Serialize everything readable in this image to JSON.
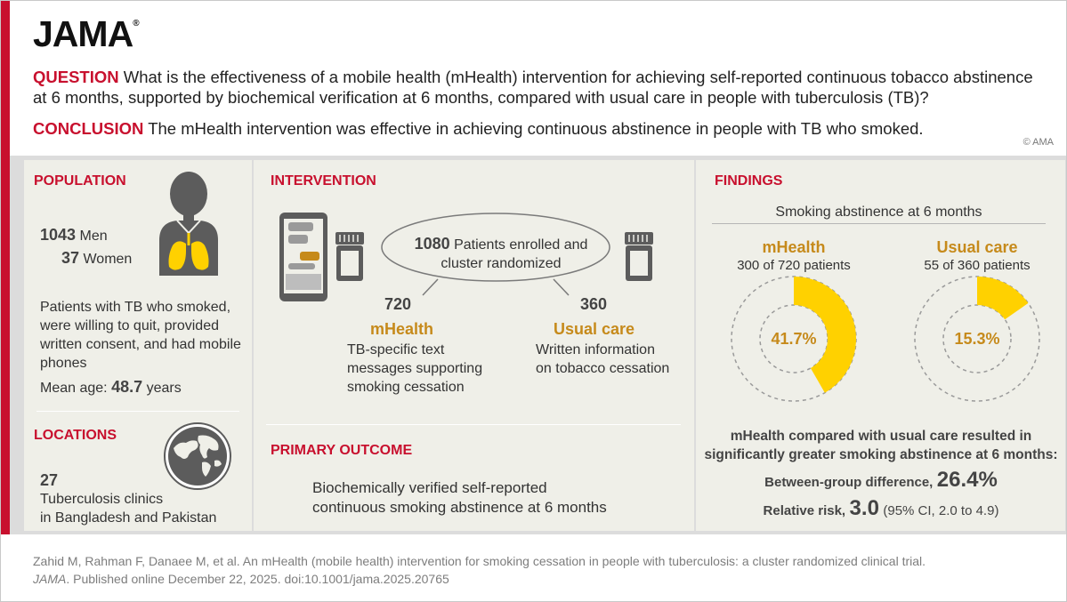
{
  "brand": {
    "logo": "JAMA",
    "reg": "®",
    "copyright": "© AMA"
  },
  "question": {
    "label": "QUESTION",
    "text": "What is the effectiveness of a mobile health (mHealth) intervention for achieving self-reported continuous tobacco abstinence at 6 months, supported by biochemical verification at 6 months, compared with usual care in people with tuberculosis (TB)?"
  },
  "conclusion": {
    "label": "CONCLUSION",
    "text": "The mHealth intervention was effective in achieving continuous abstinence in people with TB who smoked."
  },
  "population": {
    "heading": "POPULATION",
    "men_count": "1043",
    "men_label": "Men",
    "women_count": "37",
    "women_label": "Women",
    "description": "Patients with TB who smoked, were willing to quit, provided written consent, and had mobile phones",
    "mean_age_label": "Mean age:",
    "mean_age_value": "48.7",
    "mean_age_unit": "years"
  },
  "locations": {
    "heading": "LOCATIONS",
    "count": "27",
    "line1": "Tuberculosis clinics",
    "line2": "in Bangladesh and Pakistan"
  },
  "intervention": {
    "heading": "INTERVENTION",
    "enrolled_count": "1080",
    "enrolled_line1": "Patients enrolled and",
    "enrolled_line2": "cluster randomized",
    "left_count": "720",
    "left_name": "mHealth",
    "left_desc_1": "TB-specific text",
    "left_desc_2": "messages supporting",
    "left_desc_3": "smoking cessation",
    "right_count": "360",
    "right_name": "Usual care",
    "right_desc_1": "Written information",
    "right_desc_2": "on tobacco cessation"
  },
  "primary_outcome": {
    "heading": "PRIMARY OUTCOME",
    "line1": "Biochemically verified self-reported",
    "line2": "continuous smoking abstinence at 6 months"
  },
  "findings": {
    "heading": "FINDINGS",
    "subtitle": "Smoking abstinence at 6 months",
    "groups": [
      {
        "name": "mHealth",
        "detail": "300 of 720 patients",
        "pct_label": "41.7%",
        "fraction": 0.417
      },
      {
        "name": "Usual care",
        "detail": "55 of 360 patients",
        "pct_label": "15.3%",
        "fraction": 0.153
      }
    ],
    "summary_1": "mHealth compared with usual care resulted in",
    "summary_2": "significantly greater smoking abstinence at 6 months:",
    "diff_label": "Between-group difference,",
    "diff_value": "26.4%",
    "rr_label": "Relative risk,",
    "rr_value": "3.0",
    "rr_ci": "(95% CI, 2.0 to 4.9)"
  },
  "colors": {
    "red": "#c8102e",
    "gold": "#c68a1b",
    "yellow": "#ffd100",
    "panel": "#efefe8"
  },
  "footer": {
    "line1": "Zahid M, Rahman F, Danaee M, et al. An mHealth (mobile health) intervention for smoking cessation in people with tuberculosis: a cluster randomized clinical trial.",
    "journal": "JAMA",
    "line2": ". Published online December 22, 2025. doi:10.1001/jama.2025.20765"
  },
  "icons": [
    "person-lungs-icon",
    "globe-icon",
    "phone-messages-icon",
    "pill-bottle-icon"
  ]
}
